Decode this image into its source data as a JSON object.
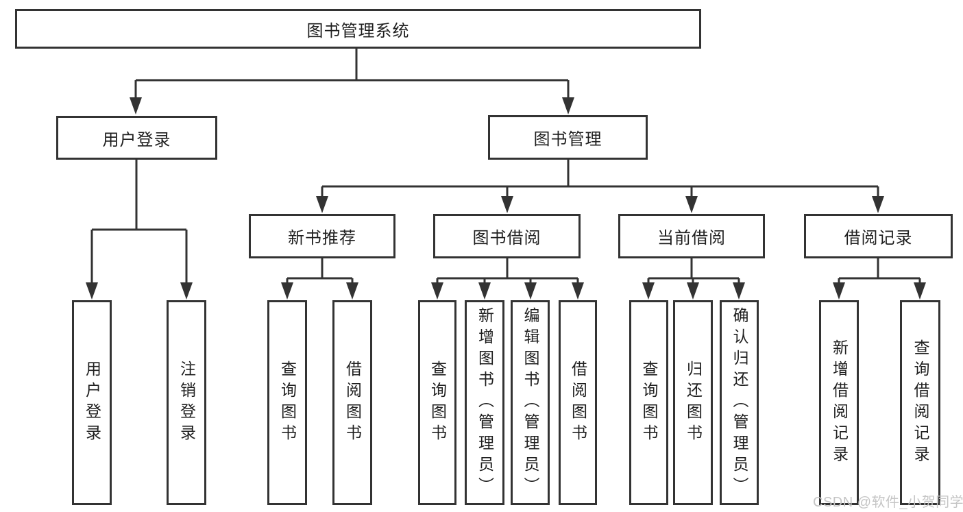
{
  "colors": {
    "line": "#333333",
    "box_border": "#333333",
    "box_fill": "#ffffff",
    "label_text": "#1f1f1f",
    "watermark_text": "#c5c5c5",
    "background": "#ffffff"
  },
  "diagram": {
    "root": {
      "label": "图书管理系统"
    },
    "user_login": {
      "label": "用户登录",
      "children": {
        "login": "用户登录",
        "logout": "注销登录"
      }
    },
    "book_mgmt": {
      "label": "图书管理",
      "sections": {
        "new_books": {
          "label": "新书推荐",
          "children": {
            "query_books": "查询图书",
            "borrow_books": "借阅图书"
          }
        },
        "book_borrow": {
          "label": "图书借阅",
          "children": {
            "query_books": "查询图书",
            "add_books": "新增图书（管理员）",
            "edit_books": "编辑图书（管理员）",
            "borrow_books": "借阅图书"
          }
        },
        "current_borrow": {
          "label": "当前借阅",
          "children": {
            "query_books": "查询图书",
            "return_books": "归还图书",
            "confirm_return": "确认归还（管理员）"
          }
        },
        "borrow_records": {
          "label": "借阅记录",
          "children": {
            "add_record": "新增借阅记录",
            "query_record": "查询借阅记录"
          }
        }
      }
    }
  },
  "watermark": {
    "text": "CSDN @软件_小贺同学"
  }
}
